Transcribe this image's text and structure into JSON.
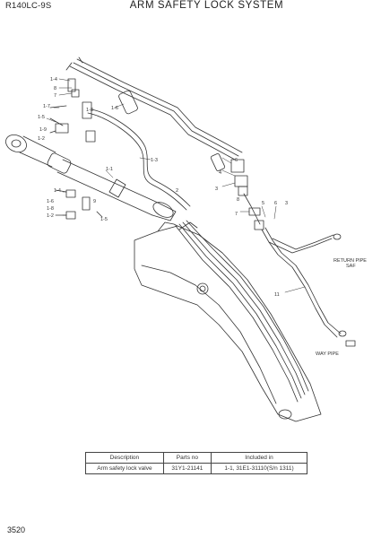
{
  "header": {
    "model_code": "R140LC-9S",
    "title": "ARM SAFETY LOCK SYSTEM"
  },
  "footer": {
    "page_number": "3520"
  },
  "callouts": [
    {
      "id": "c1",
      "text": "1-4"
    },
    {
      "id": "c2",
      "text": "8"
    },
    {
      "id": "c3",
      "text": "7"
    },
    {
      "id": "c4",
      "text": "1-6"
    },
    {
      "id": "c5",
      "text": "1-7"
    },
    {
      "id": "c6",
      "text": "1-5"
    },
    {
      "id": "c7",
      "text": "1-9"
    },
    {
      "id": "c8",
      "text": "1-2"
    },
    {
      "id": "c9",
      "text": "1-8"
    },
    {
      "id": "c10",
      "text": "1-1"
    },
    {
      "id": "c11",
      "text": "1-3"
    },
    {
      "id": "c12",
      "text": "2"
    },
    {
      "id": "c13",
      "text": "1-4"
    },
    {
      "id": "c14",
      "text": "1-6"
    },
    {
      "id": "c15",
      "text": "1-8"
    },
    {
      "id": "c16",
      "text": "1-2"
    },
    {
      "id": "c17",
      "text": "9"
    },
    {
      "id": "c18",
      "text": "1-5"
    },
    {
      "id": "c19",
      "text": "6"
    },
    {
      "id": "c20",
      "text": "4"
    },
    {
      "id": "c21",
      "text": "3"
    },
    {
      "id": "c22",
      "text": "8"
    },
    {
      "id": "c23",
      "text": "7"
    },
    {
      "id": "c24",
      "text": "5"
    },
    {
      "id": "c25",
      "text": "6"
    },
    {
      "id": "c26",
      "text": "3"
    },
    {
      "id": "c27",
      "text": "11"
    }
  ],
  "notes": {
    "port_text_1": "RETURN PIPE",
    "port_text_2": "SAF",
    "port_text_3": "WAY PIPE"
  },
  "table": {
    "headers": [
      "Description",
      "Parts no",
      "Included in"
    ],
    "rows": [
      [
        "Arm safety lock valve",
        "31Y1-21141",
        "1-1, 31E1-31110(S/n 1311)"
      ]
    ]
  }
}
